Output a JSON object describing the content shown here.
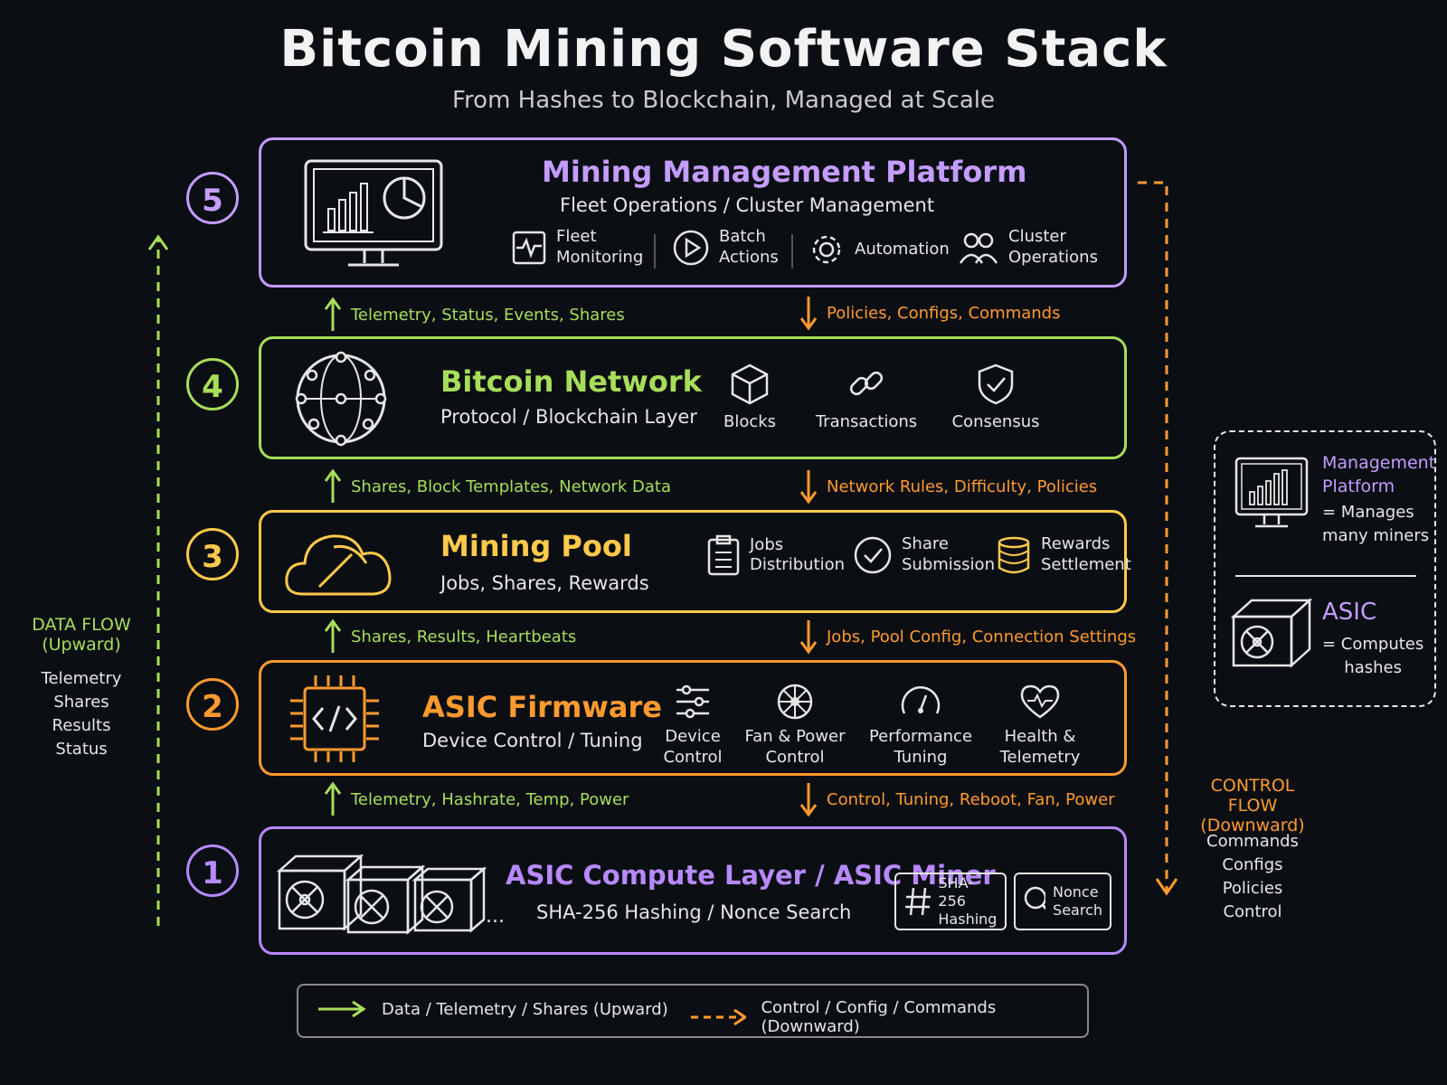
{
  "title": "Bitcoin Mining Software Stack",
  "subtitle": "From Hashes to Blockchain, Managed at Scale",
  "colors": {
    "layer5": "#c59cff",
    "layer4": "#a8dd5a",
    "layer3": "#ffc94a",
    "layer2": "#ff9a2f",
    "layer1": "#b889ff",
    "background": "#0b0f14"
  },
  "layers": {
    "l5": {
      "num": "5",
      "name": "Mining Management Platform",
      "sub": "Fleet Operations / Cluster Management",
      "features": [
        {
          "icon": "pulse-monitor-icon",
          "line1": "Fleet",
          "line2": "Monitoring"
        },
        {
          "icon": "play-circle-icon",
          "line1": "Batch",
          "line2": "Actions"
        },
        {
          "icon": "gear-icon",
          "line1": "Automation",
          "line2": ""
        },
        {
          "icon": "users-icon",
          "line1": "Cluster",
          "line2": "Operations"
        }
      ]
    },
    "l4": {
      "num": "4",
      "name": "Bitcoin Network",
      "sub": "Protocol / Blockchain Layer",
      "features": [
        {
          "icon": "cube-icon",
          "label": "Blocks"
        },
        {
          "icon": "link-icon",
          "label": "Transactions"
        },
        {
          "icon": "shield-check-icon",
          "label": "Consensus"
        }
      ]
    },
    "l3": {
      "num": "3",
      "name": "Mining Pool",
      "sub": "Jobs, Shares, Rewards",
      "features": [
        {
          "icon": "clipboard-icon",
          "line1": "Jobs",
          "line2": "Distribution"
        },
        {
          "icon": "check-circle-icon",
          "line1": "Share",
          "line2": "Submission"
        },
        {
          "icon": "coins-icon",
          "line1": "Rewards",
          "line2": "Settlement"
        }
      ]
    },
    "l2": {
      "num": "2",
      "name": "ASIC Firmware",
      "sub": "Device Control / Tuning",
      "features": [
        {
          "icon": "sliders-icon",
          "line1": "Device",
          "line2": "Control"
        },
        {
          "icon": "fan-icon",
          "line1": "Fan & Power",
          "line2": "Control"
        },
        {
          "icon": "gauge-icon",
          "line1": "Performance",
          "line2": "Tuning"
        },
        {
          "icon": "heart-pulse-icon",
          "line1": "Health &",
          "line2": "Telemetry"
        }
      ]
    },
    "l1": {
      "num": "1",
      "name": "ASIC Compute Layer / ASIC Miner",
      "sub": "SHA-256 Hashing / Nonce Search",
      "ellipsis": "...",
      "features": [
        {
          "icon": "hash-icon",
          "line1": "SHA-256",
          "line2": "Hashing"
        },
        {
          "icon": "search-icon",
          "line1": "Nonce",
          "line2": "Search"
        }
      ]
    }
  },
  "flows": {
    "f54": {
      "up": "Telemetry, Status, Events, Shares",
      "down": "Policies, Configs, Commands"
    },
    "f43": {
      "up": "Shares, Block Templates, Network Data",
      "down": "Network Rules, Difficulty, Policies"
    },
    "f32": {
      "up": "Shares, Results, Heartbeats",
      "down": "Jobs, Pool Config, Connection Settings"
    },
    "f21": {
      "up": "Telemetry, Hashrate, Temp, Power",
      "down": "Control, Tuning, Reboot, Fan, Power"
    }
  },
  "data_flow": {
    "title1": "DATA FLOW",
    "title2": "(Upward)",
    "items": [
      "Telemetry",
      "Shares",
      "Results",
      "Status"
    ]
  },
  "control_flow": {
    "title1": "CONTROL FLOW",
    "title2": "(Downward)",
    "items": [
      "Commands",
      "Configs",
      "Policies",
      "Control"
    ]
  },
  "side_legend": {
    "mgmt": {
      "title1": "Management",
      "title2": "Platform",
      "desc1": "= Manages",
      "desc2": "many miners"
    },
    "asic": {
      "title": "ASIC",
      "desc1": "= Computes",
      "desc2": "hashes"
    }
  },
  "legend": {
    "data": "Data / Telemetry / Shares (Upward)",
    "control": "Control / Config / Commands (Downward)"
  }
}
